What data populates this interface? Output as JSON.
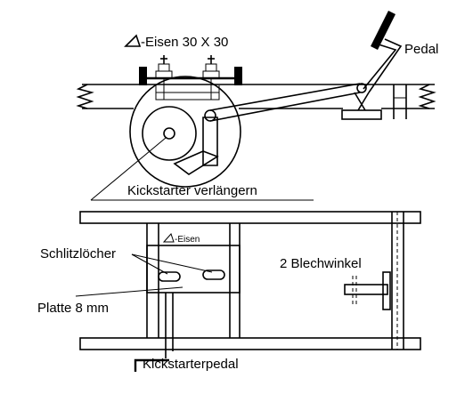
{
  "top_view": {
    "angle_iron_label": "-Eisen 30 X 30",
    "pedal_label": "Pedal",
    "kickstarter_label": "Kickstarter verlängern"
  },
  "bottom_view": {
    "angle_iron_label": "-Eisen",
    "slots_label": "Schlitzlöcher",
    "brackets_label": "2 Blechwinkel",
    "plate_label": "Platte 8 mm",
    "kickstarter_pedal_label": "Kickstarterpedal"
  },
  "colors": {
    "ink": "#000000",
    "background": "#ffffff"
  }
}
